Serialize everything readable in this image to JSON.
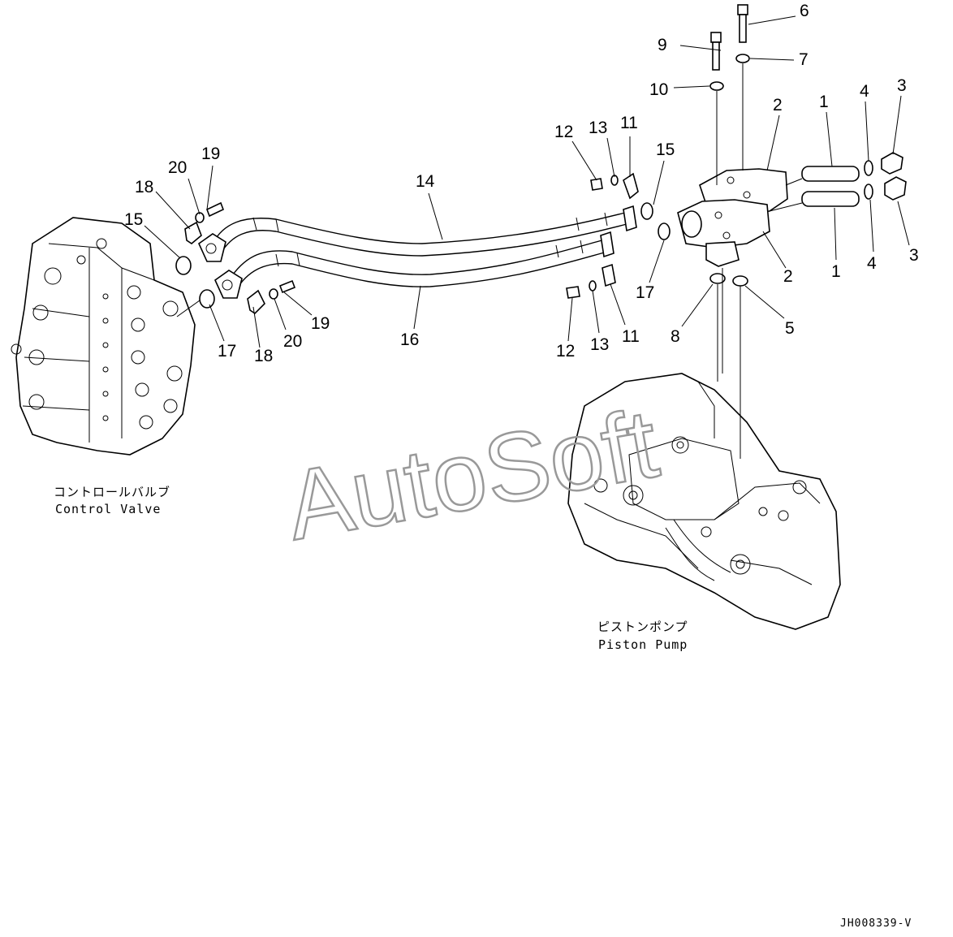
{
  "watermark": "AutoSoft",
  "drawing_id": "JH008339-V",
  "components": {
    "control_valve": {
      "label_jp": "コントロールバルブ",
      "label_en": "Control Valve"
    },
    "piston_pump": {
      "label_jp": "ピストンポンプ",
      "label_en": "Piston Pump"
    }
  },
  "callouts": {
    "c6": "6",
    "c9": "9",
    "c7": "7",
    "c10": "10",
    "c3a": "3",
    "c4a": "4",
    "c1a": "1",
    "c2a": "2",
    "c12a": "12",
    "c13a": "13",
    "c11a": "11",
    "c15a": "15",
    "c14": "14",
    "c19a": "19",
    "c20a": "20",
    "c18a": "18",
    "c15b": "15",
    "c2b": "2",
    "c1b": "1",
    "c4b": "4",
    "c3b": "3",
    "c17a": "17",
    "c8": "8",
    "c5": "5",
    "c12b": "12",
    "c13b": "13",
    "c11b": "11",
    "c16": "16",
    "c19b": "19",
    "c20b": "20",
    "c18b": "18",
    "c17b": "17"
  }
}
